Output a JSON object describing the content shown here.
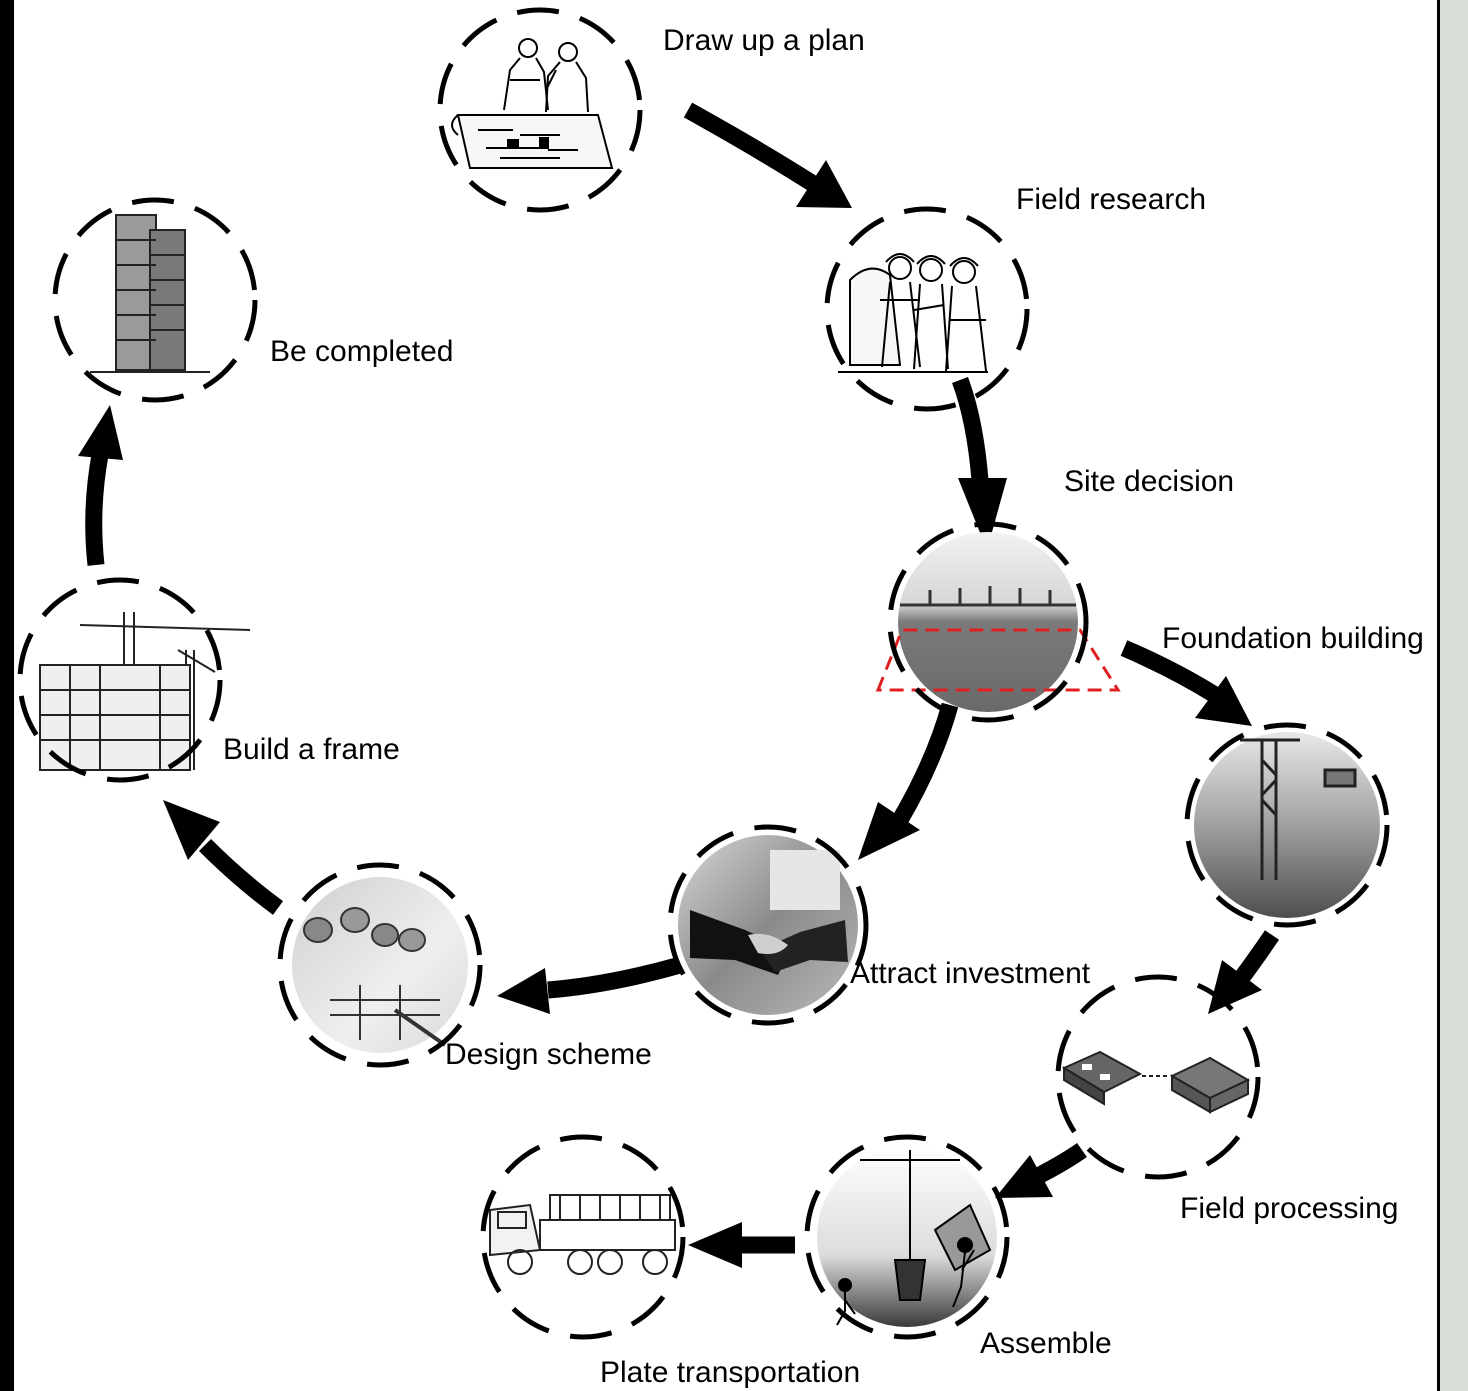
{
  "steps": [
    {
      "id": "draw-up-a-plan",
      "label": "Draw up a plan",
      "icon": "architects-reviewing-plan"
    },
    {
      "id": "field-research",
      "label": "Field research",
      "icon": "engineers-with-hardhats"
    },
    {
      "id": "site-decision",
      "label": "Site decision",
      "icon": "empty-site-photo"
    },
    {
      "id": "foundation-building",
      "label": "Foundation building",
      "icon": "crane-construction-site-photo"
    },
    {
      "id": "field-processing",
      "label": "Field processing",
      "icon": "prefab-panels"
    },
    {
      "id": "assemble",
      "label": "Assemble",
      "icon": "workers-lifting-panel"
    },
    {
      "id": "plate-transportation",
      "label": "Plate transportation",
      "icon": "truck-with-panels"
    },
    {
      "id": "attract-investment",
      "label": "Attract investment",
      "icon": "handshake-photo"
    },
    {
      "id": "design-scheme",
      "label": "Design scheme",
      "icon": "blueprint-rolls-photo"
    },
    {
      "id": "build-a-frame",
      "label": "Build a frame",
      "icon": "tower-crane-building"
    },
    {
      "id": "be-completed",
      "label": "Be completed",
      "icon": "finished-tower"
    }
  ],
  "colors": {
    "stroke": "#000000",
    "photo-dark": "#5a5a5a",
    "photo-light": "#bdbdbd",
    "site-outline": "#e02020",
    "gutter": "#d8dfd8"
  }
}
